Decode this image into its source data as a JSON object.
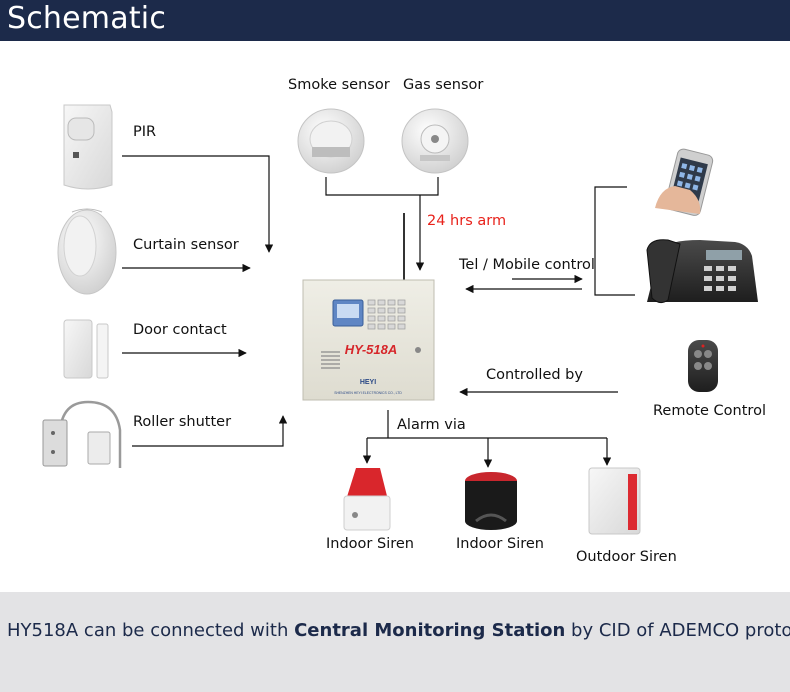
{
  "header": {
    "title": "Schematic"
  },
  "inputs": {
    "pir": "PIR",
    "curtain": "Curtain sensor",
    "door": "Door contact",
    "shutter": "Roller shutter"
  },
  "top_sensors": {
    "smoke": "Smoke sensor",
    "gas": "Gas sensor",
    "arm": "24 hrs arm"
  },
  "panel": {
    "model": "HY-518A",
    "brand": "HEYI",
    "maker": "SHENZHEN HEYI ELECTRONICS CO., LTD"
  },
  "right_side": {
    "tel": "Tel / Mobile control",
    "controlled": "Controlled by",
    "remote": "Remote Control"
  },
  "outputs": {
    "alarm_via": "Alarm via",
    "siren1": "Indoor Siren",
    "siren2": "Indoor Siren",
    "siren3": "Outdoor Siren"
  },
  "footer": {
    "pre": "HY518A can be connected with ",
    "bold": "Central Monitoring Station",
    "post": " by CID of ADEMCO protocol"
  },
  "colors": {
    "header_bg": "#1c2a4a",
    "footer_bg": "#e3e3e5",
    "arm_text": "#e8221b"
  }
}
